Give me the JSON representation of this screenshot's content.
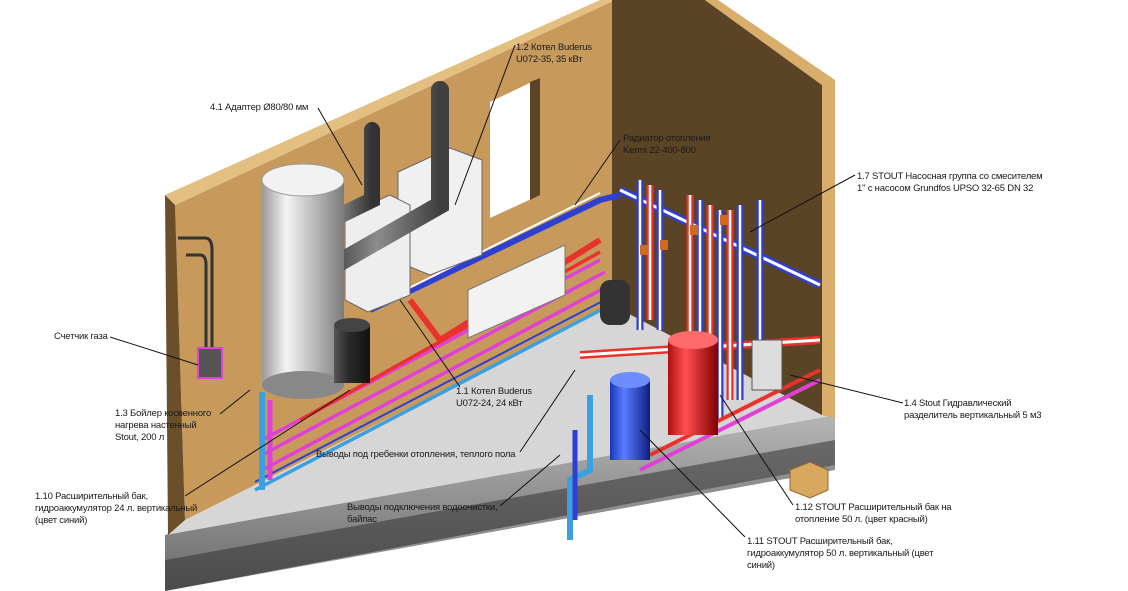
{
  "labels": {
    "adapter": "4.1 Адаптер Ø80/80 мм",
    "boiler_35": "1.2 Котел Buderus\nU072-35, 35 кВт",
    "radiator": "Радиатор отопления\nKermi 22-400-800",
    "pump_group": "1.7 STOUT Насосная группа со смесителем\n1\" с насосом Grundfos UPSO 32-65 DN 32",
    "gas_meter": "Счетчик газа",
    "water_heater": "1.3 Бойлер косвенного\nнагрева настенный\nStout, 200 л",
    "boiler_24": "1.1 Котел Buderus\nU072-24, 24 кВт",
    "heating_outputs": "Выводы под гребенки отопления, теплого пола",
    "hydro_separator": "1.4 Stout Гидравлический\nразделитель вертикальный 5 м3",
    "exp_tank_24": "1.10 Расширительный бак,\nгидроаккумулятор 24 л. вертикальный\n(цвет синий)",
    "water_treatment": "Выводы подключения водоочистки,\nбайпас",
    "exp_tank_heating_50": "1.12 STOUT Расширительный бак на\nотопление 50 л. (цвет красный)",
    "exp_tank_water_50": "1.11 STOUT Расширительный бак,\nгидроаккумулятор 50 л. вертикальный (цвет\nсиний)"
  },
  "colors": {
    "back_wall": "#c79a5c",
    "wall_top": "#e4bf82",
    "side_wall": "#5b4426",
    "floor": "#d4d4d4",
    "slab": "#8a8a8a",
    "supply_pipe": "#e8322a",
    "return_pipe": "#2f3fd0",
    "dhw_pipe": "#e040d8",
    "cold_pipe": "#3aa0e0"
  }
}
